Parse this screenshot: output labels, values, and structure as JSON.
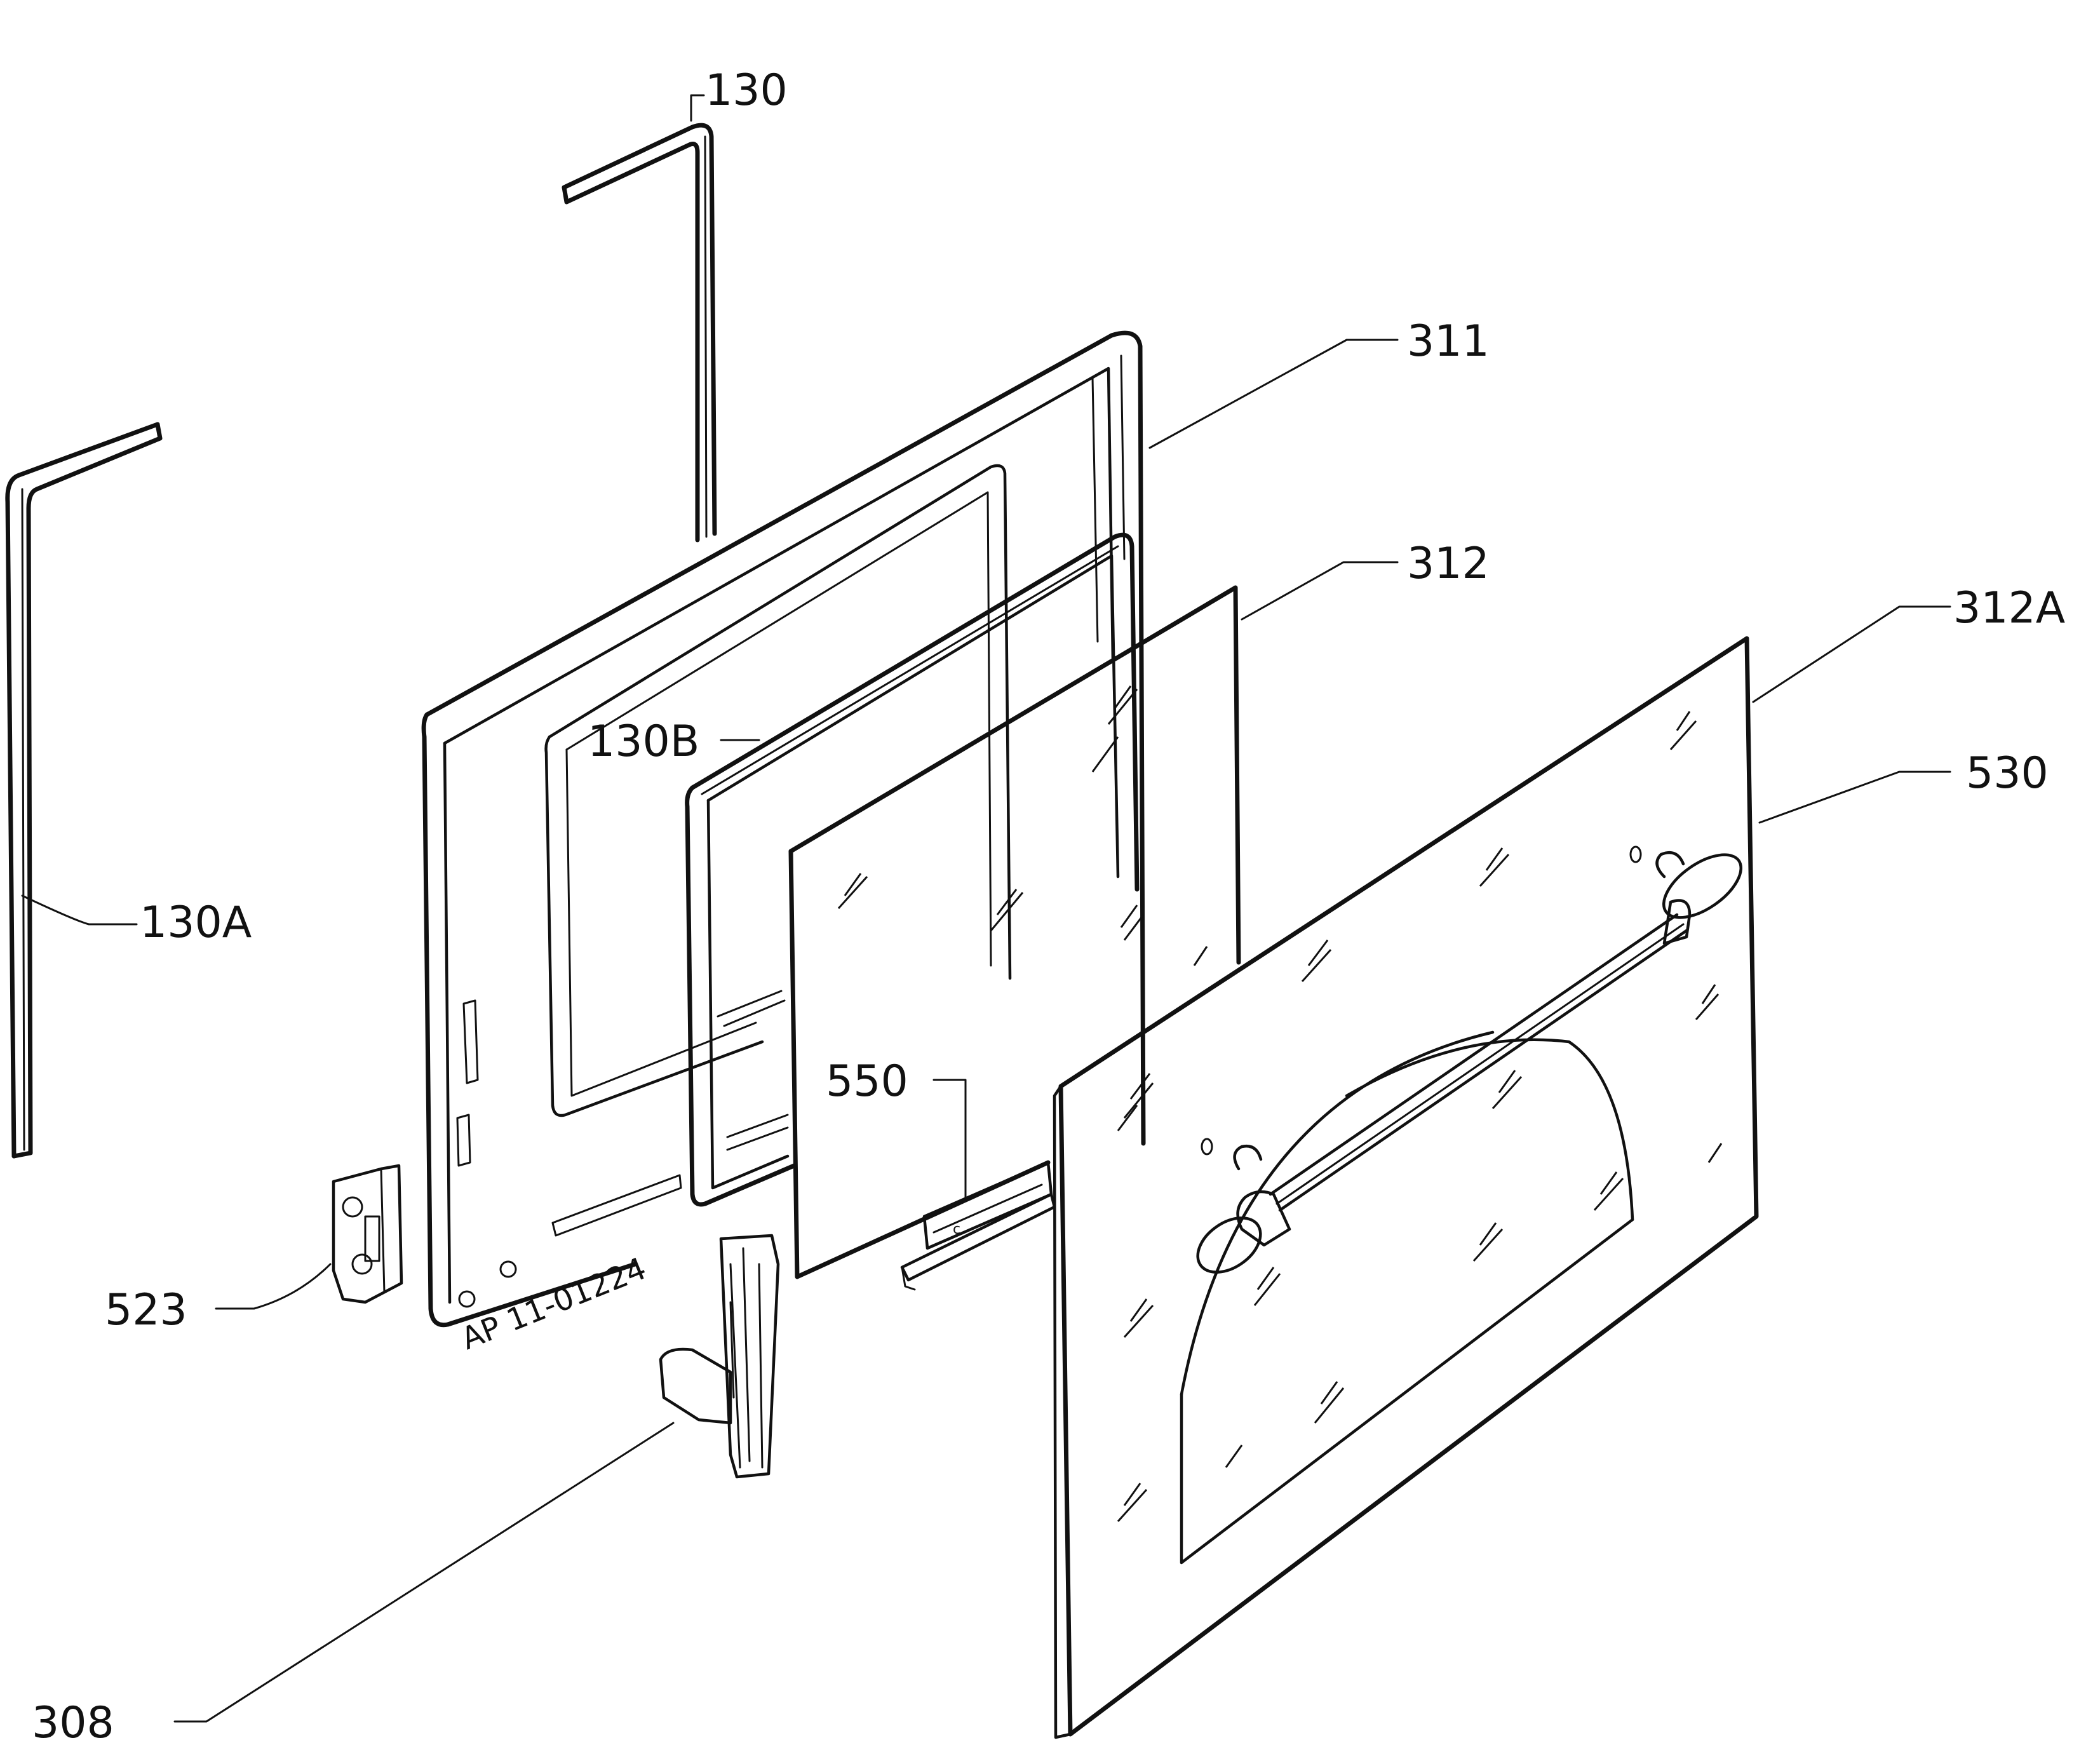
{
  "diagram": {
    "code": "AP 11-01224",
    "callouts": {
      "c130": "130",
      "c130A": "130A",
      "c130B": "130B",
      "c311": "311",
      "c312": "312",
      "c312A": "312A",
      "c530": "530",
      "c550": "550",
      "c523": "523",
      "c308": "308"
    }
  }
}
